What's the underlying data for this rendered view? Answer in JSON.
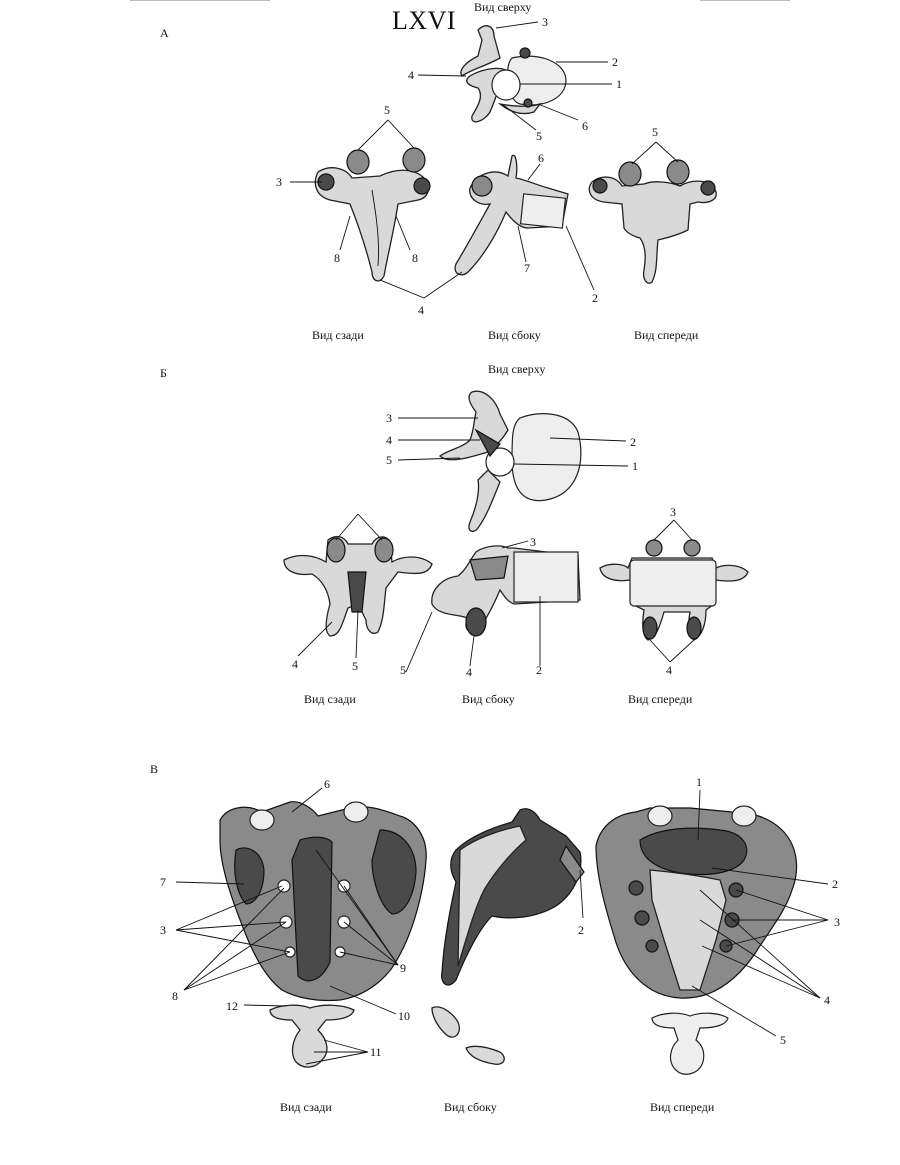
{
  "title": "LXVI",
  "sections": {
    "a": {
      "letter": "А",
      "top_caption": "Вид сверху",
      "views": [
        "Вид сзади",
        "Вид сбоку",
        "Вид спереди"
      ],
      "labels_top": [
        "3",
        "2",
        "4",
        "1",
        "5",
        "6"
      ],
      "labels_back": [
        "5",
        "3",
        "8",
        "8",
        "4"
      ],
      "labels_side": [
        "6",
        "7",
        "2"
      ],
      "labels_front": [
        "5"
      ]
    },
    "b": {
      "letter": "Б",
      "top_caption": "Вид сверху",
      "views": [
        "Вид сзади",
        "Вид сбоку",
        "Вид спереди"
      ],
      "labels_top": [
        "3",
        "2",
        "4",
        "5",
        "1"
      ],
      "labels_back": [
        "4",
        "5"
      ],
      "labels_side": [
        "3",
        "5",
        "4",
        "2"
      ],
      "labels_front": [
        "3",
        "4"
      ]
    },
    "v": {
      "letter": "В",
      "views": [
        "Вид сзади",
        "Вид сбоку",
        "Вид спереди"
      ],
      "labels_back": [
        "6",
        "7",
        "3",
        "9",
        "8",
        "12",
        "10",
        "11"
      ],
      "labels_side": [
        "2"
      ],
      "labels_front": [
        "1",
        "2",
        "3",
        "4",
        "5"
      ]
    }
  }
}
